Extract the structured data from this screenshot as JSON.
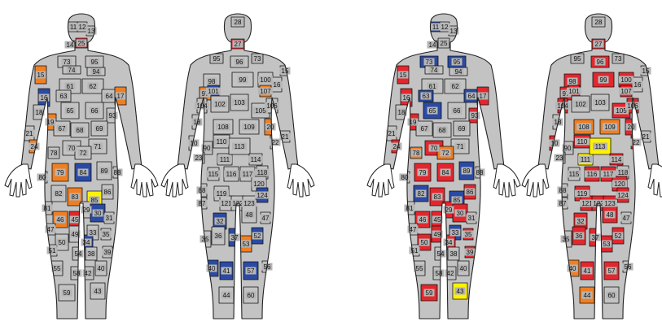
{
  "colors": {
    "gray": "#c3c3c3",
    "orange": "#f07f23",
    "blue": "#2b4aa3",
    "red": "#e3272d",
    "yellow": "#fff200",
    "white": "#ffffff",
    "outline": "#222222"
  },
  "figures": [
    {
      "id": "front-1",
      "view": "front",
      "regions": [
        {
          "label": "11",
          "color": "gray"
        },
        {
          "label": "12",
          "color": "gray"
        },
        {
          "label": "13",
          "color": "gray"
        },
        {
          "label": "14",
          "color": "gray"
        },
        {
          "label": "25",
          "color": "red"
        },
        {
          "label": "73",
          "color": "gray"
        },
        {
          "label": "74",
          "color": "gray"
        },
        {
          "label": "95",
          "color": "gray"
        },
        {
          "label": "94",
          "color": "gray"
        },
        {
          "label": "61",
          "color": "gray"
        },
        {
          "label": "62",
          "color": "gray"
        },
        {
          "label": "63",
          "color": "gray"
        },
        {
          "label": "64",
          "color": "gray"
        },
        {
          "label": "65",
          "color": "gray"
        },
        {
          "label": "66",
          "color": "gray"
        },
        {
          "label": "15",
          "color": "orange"
        },
        {
          "label": "16",
          "color": "blue"
        },
        {
          "label": "17",
          "color": "orange"
        },
        {
          "label": "18",
          "color": "gray"
        },
        {
          "label": "19",
          "color": "orange"
        },
        {
          "label": "93",
          "color": "gray"
        },
        {
          "label": "67",
          "color": "gray"
        },
        {
          "label": "68",
          "color": "gray"
        },
        {
          "label": "69",
          "color": "gray"
        },
        {
          "label": "70",
          "color": "gray"
        },
        {
          "label": "71",
          "color": "gray"
        },
        {
          "label": "72",
          "color": "gray"
        },
        {
          "label": "21",
          "color": "gray"
        },
        {
          "label": "24",
          "color": "orange"
        },
        {
          "label": "78",
          "color": "gray"
        },
        {
          "label": "79",
          "color": "orange"
        },
        {
          "label": "84",
          "color": "blue"
        },
        {
          "label": "89",
          "color": "gray"
        },
        {
          "label": "88",
          "color": "gray"
        },
        {
          "label": "80",
          "color": "gray"
        },
        {
          "label": "82",
          "color": "gray"
        },
        {
          "label": "83",
          "color": "orange"
        },
        {
          "label": "85",
          "color": "yellow"
        },
        {
          "label": "86",
          "color": "gray"
        },
        {
          "label": "81",
          "color": "gray"
        },
        {
          "label": "46",
          "color": "orange"
        },
        {
          "label": "45",
          "color": "red"
        },
        {
          "label": "29",
          "color": "gray"
        },
        {
          "label": "30",
          "color": "blue"
        },
        {
          "label": "31",
          "color": "gray"
        },
        {
          "label": "47",
          "color": "gray"
        },
        {
          "label": "49",
          "color": "gray"
        },
        {
          "label": "33",
          "color": "gray"
        },
        {
          "label": "35",
          "color": "gray"
        },
        {
          "label": "50",
          "color": "gray"
        },
        {
          "label": "34",
          "color": "blue"
        },
        {
          "label": "51",
          "color": "gray"
        },
        {
          "label": "54",
          "color": "gray"
        },
        {
          "label": "38",
          "color": "gray"
        },
        {
          "label": "39",
          "color": "gray"
        },
        {
          "label": "55",
          "color": "gray"
        },
        {
          "label": "58",
          "color": "gray"
        },
        {
          "label": "42",
          "color": "gray"
        },
        {
          "label": "40",
          "color": "gray"
        },
        {
          "label": "59",
          "color": "gray"
        },
        {
          "label": "43",
          "color": "gray"
        }
      ]
    },
    {
      "id": "back-1",
      "view": "back",
      "regions": [
        {
          "label": "28",
          "color": "gray"
        },
        {
          "label": "27",
          "color": "red"
        },
        {
          "label": "95",
          "color": "gray"
        },
        {
          "label": "96",
          "color": "gray"
        },
        {
          "label": "73",
          "color": "gray"
        },
        {
          "label": "15",
          "color": "gray"
        },
        {
          "label": "98",
          "color": "gray"
        },
        {
          "label": "99",
          "color": "gray"
        },
        {
          "label": "100",
          "color": "gray"
        },
        {
          "label": "97",
          "color": "orange"
        },
        {
          "label": "101",
          "color": "blue"
        },
        {
          "label": "107",
          "color": "orange"
        },
        {
          "label": "16",
          "color": "gray"
        },
        {
          "label": "102",
          "color": "gray"
        },
        {
          "label": "103",
          "color": "gray"
        },
        {
          "label": "104",
          "color": "gray"
        },
        {
          "label": "105",
          "color": "gray"
        },
        {
          "label": "106",
          "color": "gray"
        },
        {
          "label": "18",
          "color": "gray"
        },
        {
          "label": "108",
          "color": "gray"
        },
        {
          "label": "109",
          "color": "gray"
        },
        {
          "label": "20",
          "color": "orange"
        },
        {
          "label": "21",
          "color": "gray"
        },
        {
          "label": "22",
          "color": "gray"
        },
        {
          "label": "90",
          "color": "gray"
        },
        {
          "label": "110",
          "color": "gray"
        },
        {
          "label": "111",
          "color": "gray"
        },
        {
          "label": "113",
          "color": "gray"
        },
        {
          "label": "23",
          "color": "gray"
        },
        {
          "label": "10",
          "color": "gray"
        },
        {
          "label": "114",
          "color": "gray"
        },
        {
          "label": "115",
          "color": "gray"
        },
        {
          "label": "116",
          "color": "gray"
        },
        {
          "label": "117",
          "color": "gray"
        },
        {
          "label": "118",
          "color": "gray"
        },
        {
          "label": "88",
          "color": "gray"
        },
        {
          "label": "119",
          "color": "gray"
        },
        {
          "label": "120",
          "color": "gray"
        },
        {
          "label": "121",
          "color": "gray"
        },
        {
          "label": "122",
          "color": "gray"
        },
        {
          "label": "123",
          "color": "gray"
        },
        {
          "label": "124",
          "color": "blue"
        },
        {
          "label": "87",
          "color": "gray"
        },
        {
          "label": "48",
          "color": "gray"
        },
        {
          "label": "32",
          "color": "blue"
        },
        {
          "label": "47",
          "color": "gray"
        },
        {
          "label": "35",
          "color": "gray"
        },
        {
          "label": "36",
          "color": "gray"
        },
        {
          "label": "37",
          "color": "blue"
        },
        {
          "label": "53",
          "color": "orange"
        },
        {
          "label": "52",
          "color": "blue"
        },
        {
          "label": "40",
          "color": "blue"
        },
        {
          "label": "41",
          "color": "blue"
        },
        {
          "label": "57",
          "color": "blue"
        },
        {
          "label": "56",
          "color": "gray"
        },
        {
          "label": "44",
          "color": "gray"
        },
        {
          "label": "60",
          "color": "gray"
        }
      ]
    },
    {
      "id": "front-2",
      "view": "front",
      "regions": [
        {
          "label": "11",
          "color": "blue"
        },
        {
          "label": "12",
          "color": "gray"
        },
        {
          "label": "13",
          "color": "gray"
        },
        {
          "label": "14",
          "color": "gray"
        },
        {
          "label": "25",
          "color": "gray"
        },
        {
          "label": "73",
          "color": "blue"
        },
        {
          "label": "74",
          "color": "gray"
        },
        {
          "label": "95",
          "color": "blue"
        },
        {
          "label": "94",
          "color": "gray"
        },
        {
          "label": "61",
          "color": "gray"
        },
        {
          "label": "62",
          "color": "gray"
        },
        {
          "label": "63",
          "color": "blue"
        },
        {
          "label": "64",
          "color": "blue"
        },
        {
          "label": "65",
          "color": "blue"
        },
        {
          "label": "66",
          "color": "gray"
        },
        {
          "label": "15",
          "color": "red"
        },
        {
          "label": "16",
          "color": "red"
        },
        {
          "label": "17",
          "color": "red"
        },
        {
          "label": "18",
          "color": "gray"
        },
        {
          "label": "19",
          "color": "red"
        },
        {
          "label": "93",
          "color": "red"
        },
        {
          "label": "67",
          "color": "gray"
        },
        {
          "label": "68",
          "color": "gray"
        },
        {
          "label": "69",
          "color": "gray"
        },
        {
          "label": "70",
          "color": "red"
        },
        {
          "label": "71",
          "color": "gray"
        },
        {
          "label": "72",
          "color": "orange"
        },
        {
          "label": "21",
          "color": "gray"
        },
        {
          "label": "24",
          "color": "red"
        },
        {
          "label": "78",
          "color": "orange"
        },
        {
          "label": "79",
          "color": "red"
        },
        {
          "label": "84",
          "color": "red"
        },
        {
          "label": "89",
          "color": "blue"
        },
        {
          "label": "88",
          "color": "gray"
        },
        {
          "label": "80",
          "color": "gray"
        },
        {
          "label": "82",
          "color": "blue"
        },
        {
          "label": "83",
          "color": "red"
        },
        {
          "label": "85",
          "color": "blue"
        },
        {
          "label": "86",
          "color": "red"
        },
        {
          "label": "81",
          "color": "gray"
        },
        {
          "label": "46",
          "color": "red"
        },
        {
          "label": "45",
          "color": "red"
        },
        {
          "label": "29",
          "color": "red"
        },
        {
          "label": "30",
          "color": "red"
        },
        {
          "label": "31",
          "color": "gray"
        },
        {
          "label": "47",
          "color": "gray"
        },
        {
          "label": "49",
          "color": "red"
        },
        {
          "label": "33",
          "color": "blue"
        },
        {
          "label": "35",
          "color": "red"
        },
        {
          "label": "50",
          "color": "red"
        },
        {
          "label": "34",
          "color": "red"
        },
        {
          "label": "51",
          "color": "gray"
        },
        {
          "label": "54",
          "color": "gray"
        },
        {
          "label": "38",
          "color": "gray"
        },
        {
          "label": "39",
          "color": "red"
        },
        {
          "label": "55",
          "color": "gray"
        },
        {
          "label": "58",
          "color": "gray"
        },
        {
          "label": "42",
          "color": "gray"
        },
        {
          "label": "40",
          "color": "gray"
        },
        {
          "label": "59",
          "color": "red"
        },
        {
          "label": "43",
          "color": "yellow"
        }
      ]
    },
    {
      "id": "back-2",
      "view": "back",
      "regions": [
        {
          "label": "28",
          "color": "gray"
        },
        {
          "label": "27",
          "color": "red"
        },
        {
          "label": "95",
          "color": "gray"
        },
        {
          "label": "96",
          "color": "red"
        },
        {
          "label": "73",
          "color": "gray"
        },
        {
          "label": "15",
          "color": "gray"
        },
        {
          "label": "98",
          "color": "red"
        },
        {
          "label": "99",
          "color": "red"
        },
        {
          "label": "100",
          "color": "red"
        },
        {
          "label": "97",
          "color": "red"
        },
        {
          "label": "101",
          "color": "red"
        },
        {
          "label": "107",
          "color": "red"
        },
        {
          "label": "16",
          "color": "gray"
        },
        {
          "label": "102",
          "color": "gray"
        },
        {
          "label": "103",
          "color": "gray"
        },
        {
          "label": "104",
          "color": "red"
        },
        {
          "label": "105",
          "color": "red"
        },
        {
          "label": "106",
          "color": "red"
        },
        {
          "label": "18",
          "color": "gray"
        },
        {
          "label": "108",
          "color": "orange"
        },
        {
          "label": "109",
          "color": "orange"
        },
        {
          "label": "20",
          "color": "red"
        },
        {
          "label": "21",
          "color": "gray"
        },
        {
          "label": "22",
          "color": "red"
        },
        {
          "label": "90",
          "color": "gray"
        },
        {
          "label": "110",
          "color": "red"
        },
        {
          "label": "111",
          "color": "yellow"
        },
        {
          "label": "113",
          "color": "yellow"
        },
        {
          "label": "23",
          "color": "gray"
        },
        {
          "label": "10",
          "color": "red"
        },
        {
          "label": "114",
          "color": "red"
        },
        {
          "label": "115",
          "color": "gray"
        },
        {
          "label": "116",
          "color": "red"
        },
        {
          "label": "117",
          "color": "red"
        },
        {
          "label": "118",
          "color": "gray"
        },
        {
          "label": "88",
          "color": "gray"
        },
        {
          "label": "119",
          "color": "red"
        },
        {
          "label": "120",
          "color": "red"
        },
        {
          "label": "121",
          "color": "red"
        },
        {
          "label": "122",
          "color": "red"
        },
        {
          "label": "123",
          "color": "red"
        },
        {
          "label": "124",
          "color": "red"
        },
        {
          "label": "87",
          "color": "gray"
        },
        {
          "label": "48",
          "color": "red"
        },
        {
          "label": "32",
          "color": "red"
        },
        {
          "label": "47",
          "color": "gray"
        },
        {
          "label": "35",
          "color": "gray"
        },
        {
          "label": "36",
          "color": "red"
        },
        {
          "label": "37",
          "color": "red"
        },
        {
          "label": "53",
          "color": "red"
        },
        {
          "label": "52",
          "color": "red"
        },
        {
          "label": "40",
          "color": "orange"
        },
        {
          "label": "41",
          "color": "red"
        },
        {
          "label": "57",
          "color": "red"
        },
        {
          "label": "56",
          "color": "gray"
        },
        {
          "label": "44",
          "color": "orange"
        },
        {
          "label": "60",
          "color": "gray"
        }
      ]
    }
  ]
}
